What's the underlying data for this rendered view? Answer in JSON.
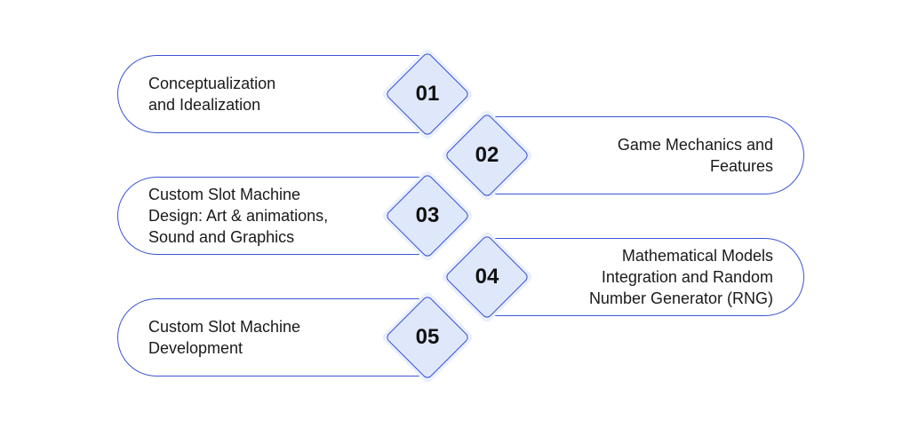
{
  "steps": [
    {
      "number": "01",
      "lines": [
        "Conceptualization",
        "and Idealization"
      ]
    },
    {
      "number": "02",
      "lines": [
        "Game Mechanics and",
        "Features"
      ]
    },
    {
      "number": "03",
      "lines": [
        "Custom Slot Machine",
        "Design: Art & animations,",
        "Sound and Graphics"
      ]
    },
    {
      "number": "04",
      "lines": [
        "Mathematical Models",
        "Integration and Random",
        "Number Generator (RNG)"
      ]
    },
    {
      "number": "05",
      "lines": [
        "Custom Slot Machine",
        "Development"
      ]
    }
  ],
  "colors": {
    "accent": "#3a55d6",
    "diamond_fill": "#dfe7fb",
    "halo": "#eaf0fd"
  }
}
